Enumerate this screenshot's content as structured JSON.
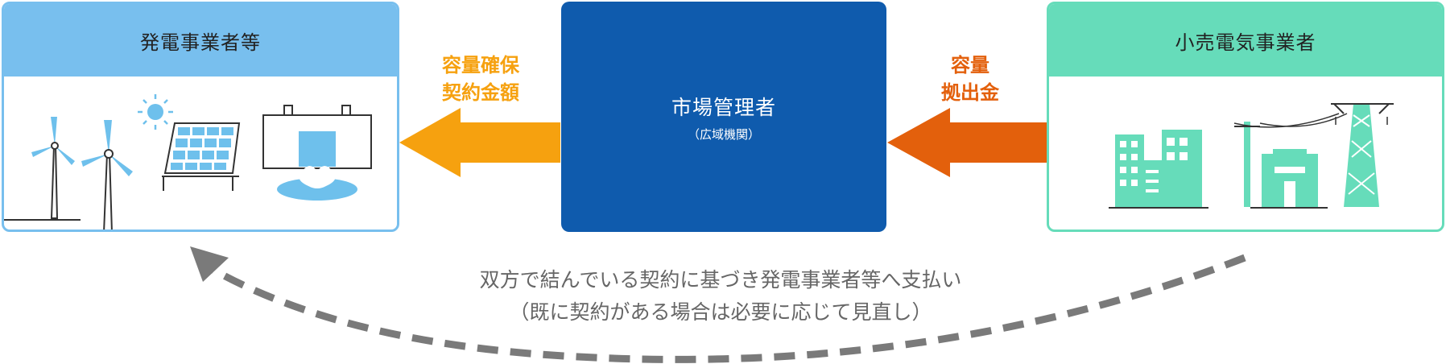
{
  "generators": {
    "title": "発電事業者等",
    "icons": [
      "wind-turbine-icon",
      "wind-turbine-icon",
      "sun-icon",
      "solar-panel-icon",
      "hydro-dam-icon"
    ]
  },
  "market_manager": {
    "title": "市場管理者",
    "subtitle": "（広域機関）"
  },
  "retailers": {
    "title": "小売電気事業者",
    "icons": [
      "office-building-icon",
      "utility-pole-icon",
      "store-icon",
      "transmission-tower-icon"
    ]
  },
  "flows": {
    "capacity_payment": {
      "line1": "容量確保",
      "line2": "契約金額",
      "color": "#f6a10f"
    },
    "capacity_contribution": {
      "line1": "容量",
      "line2": "拠出金",
      "color": "#e3600c"
    }
  },
  "return_flow": {
    "line1": "双方で結んでいる契約に基づき発電事業者等へ支払い",
    "line2": "（既に契約がある場合は必要に応じて見直し）",
    "color": "#7a7a7a"
  },
  "colors": {
    "generator_accent": "#78bfee",
    "retailer_accent": "#66dcba",
    "manager_fill": "#0f5bad"
  }
}
